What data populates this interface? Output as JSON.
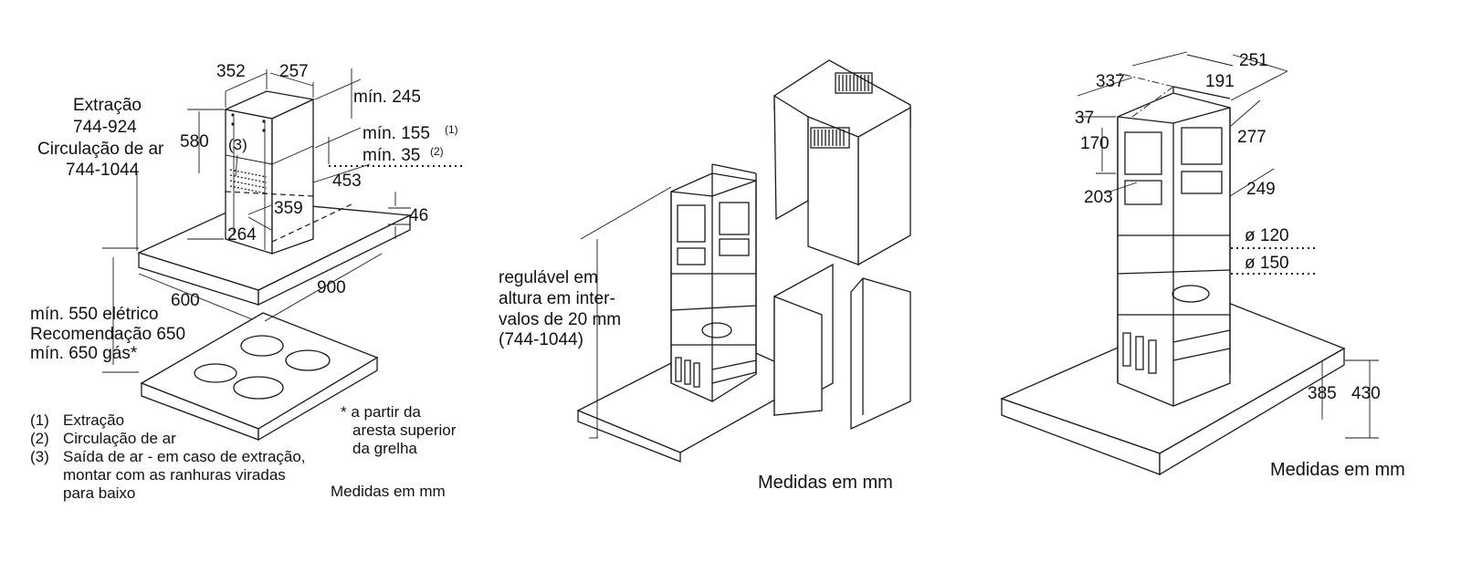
{
  "diagram1": {
    "dims": {
      "d352": "352",
      "d257": "257",
      "d580": "580",
      "min245": "mín. 245",
      "min155": "mín. 155",
      "sup1": "(1)",
      "min35": "mín. 35",
      "sup2": "(2)",
      "d453": "453",
      "d359": "359",
      "d264": "264",
      "d46": "46",
      "d600": "600",
      "d900": "900",
      "callout3": "(3)"
    },
    "mode_label": [
      "Extração",
      "744-924",
      "Circulação de ar",
      "744-1044"
    ],
    "clearance": [
      "mín. 550 elétrico",
      "Recomendação 650",
      "mín. 650 gás*"
    ],
    "footnote": [
      "* a partir da",
      "aresta superior",
      "da grelha"
    ],
    "legend": [
      {
        "num": "(1)",
        "text": "Extração"
      },
      {
        "num": "(2)",
        "text": "Circulação de ar"
      },
      {
        "num": "(3)",
        "text": "Saída de ar - em caso de extração,"
      },
      {
        "num": "",
        "text": "montar com as ranhuras viradas"
      },
      {
        "num": "",
        "text": "para baixo"
      }
    ],
    "units": "Medidas em mm"
  },
  "diagram2": {
    "adjust_label": [
      "regulável em",
      "altura em inter-",
      "valos de 20 mm",
      "(744-1044)"
    ],
    "units": "Medidas em mm"
  },
  "diagram3": {
    "dims": {
      "d251": "251",
      "d191": "191",
      "d337": "337",
      "d37": "37",
      "d170": "170",
      "d277": "277",
      "d203": "203",
      "d249": "249",
      "dia120": "ø 120",
      "dia150": "ø 150",
      "d385": "385",
      "d430": "430"
    },
    "units": "Medidas em mm"
  }
}
